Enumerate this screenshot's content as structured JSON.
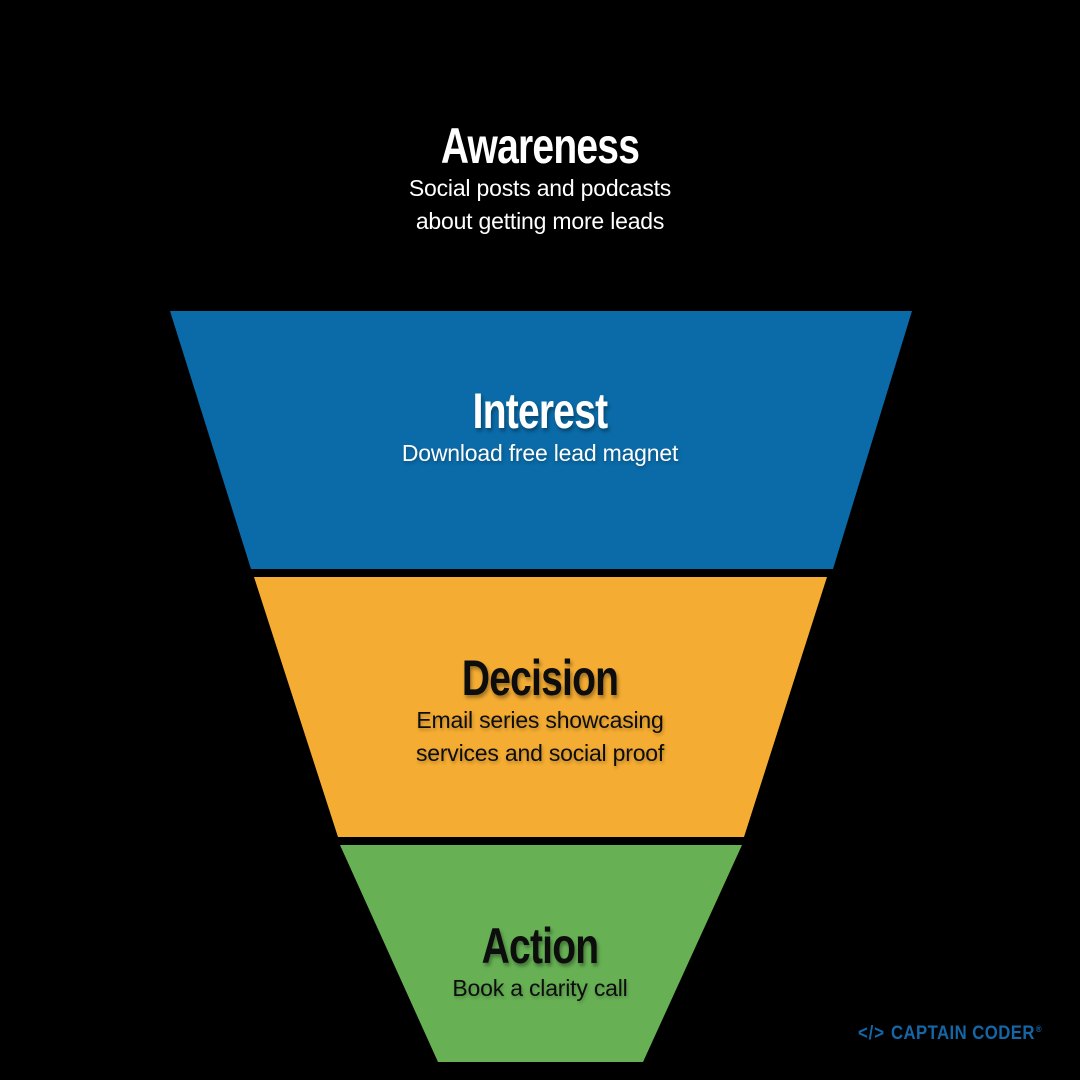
{
  "canvas": {
    "background": "#000000"
  },
  "funnel": {
    "type": "marketing-funnel",
    "stages": [
      {
        "name": "Awareness",
        "title": "Awareness",
        "lines": [
          "Social posts and podcasts",
          "about getting more leads"
        ],
        "fill": "none",
        "title_color": "#ffffff",
        "text_color": "#ffffff"
      },
      {
        "name": "Interest",
        "title": "Interest",
        "lines": [
          "Download free lead magnet"
        ],
        "fill": "#0a6ba8",
        "title_color": "#ffffff",
        "text_color": "#ffffff"
      },
      {
        "name": "Decision",
        "title": "Decision",
        "lines": [
          "Email series showcasing",
          "services and social proof"
        ],
        "fill": "#f4ac32",
        "title_color": "#0d0d0d",
        "text_color": "#0d0d0d"
      },
      {
        "name": "Action",
        "title": "Action",
        "lines": [
          "Book a clarity call"
        ],
        "fill": "#67b154",
        "title_color": "#0d0d0d",
        "text_color": "#0d0d0d"
      }
    ]
  },
  "logo": {
    "code_glyph": "</>",
    "brand": "CAPTAIN CODER",
    "registered": "®",
    "color": "#1566a7"
  }
}
